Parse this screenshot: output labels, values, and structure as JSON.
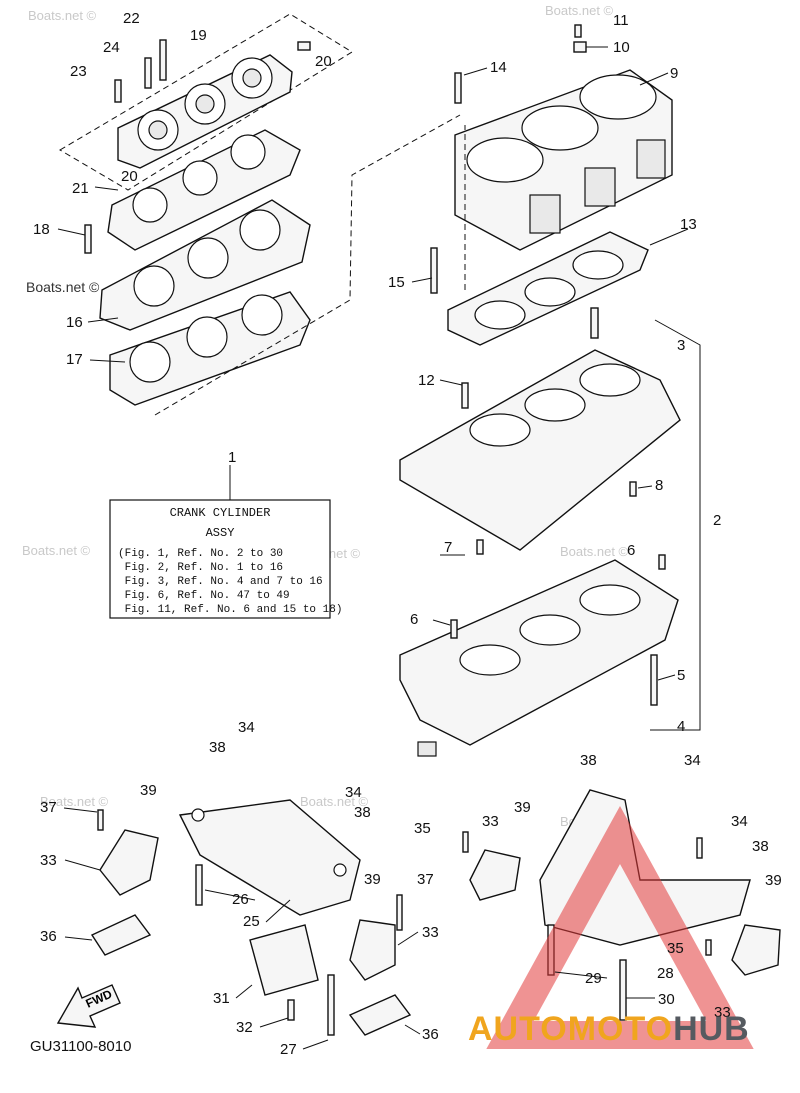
{
  "watermark": "Boats.net ©",
  "diagram_code": "GU31100-8010",
  "fwd_label": "FWD",
  "logo": {
    "part1": "AUTOMOTO",
    "part2": "HUB"
  },
  "assy_box": {
    "title_line1": "CRANK CYLINDER",
    "title_line2": "ASSY",
    "lines": [
      "(Fig. 1, Ref. No. 2 to 30",
      " Fig. 2, Ref. No. 1 to 16",
      " Fig. 3, Ref. No. 4 and 7 to 16",
      " Fig. 6, Ref. No. 47 to 49",
      " Fig. 11, Ref. No. 6 and 15 to 18)"
    ]
  },
  "callouts": {
    "c1": "1",
    "c2": "2",
    "c3": "3",
    "c4": "4",
    "c5": "5",
    "c6a": "6",
    "c6b": "6",
    "c7": "7",
    "c8": "8",
    "c9": "9",
    "c10": "10",
    "c11": "11",
    "c12": "12",
    "c13": "13",
    "c14": "14",
    "c15": "15",
    "c16": "16",
    "c17": "17",
    "c18": "18",
    "c19": "19",
    "c20a": "20",
    "c20b": "20",
    "c21": "21",
    "c22": "22",
    "c23": "23",
    "c24": "24",
    "c25": "25",
    "c26": "26",
    "c27": "27",
    "c28": "28",
    "c29": "29",
    "c30": "30",
    "c31": "31",
    "c32": "32",
    "c33a": "33",
    "c33b": "33",
    "c33c": "33",
    "c33d": "33",
    "c34a": "34",
    "c34b": "34",
    "c34c": "34",
    "c34d": "34",
    "c35a": "35",
    "c35b": "35",
    "c36a": "36",
    "c36b": "36",
    "c37a": "37",
    "c37b": "37",
    "c38a": "38",
    "c38b": "38",
    "c38c": "38",
    "c38d": "38",
    "c39a": "39",
    "c39b": "39",
    "c39c": "39",
    "c39d": "39"
  }
}
